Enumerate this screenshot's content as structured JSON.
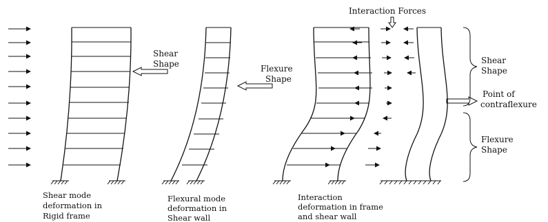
{
  "labels": {
    "interaction_forces": "Interaction Forces",
    "shear_shape_1": [
      "Shear",
      "Shape"
    ],
    "flexure_shape_1": [
      "Flexure",
      "Shape"
    ],
    "shear_shape_2": [
      "Shear",
      "Shape"
    ],
    "point_of_contraflexure": [
      "Point of",
      "contraflexure"
    ],
    "flexure_shape_2": [
      "Flexure",
      "Shape"
    ]
  },
  "captions": {
    "rigid_frame": [
      "Shear mode",
      "deformation in",
      "Rigid frame"
    ],
    "shear_wall": [
      "Flexural mode",
      "deformation in",
      "Shear wall"
    ],
    "interaction": [
      "Interaction",
      "deformation in frame",
      "and shear wall"
    ]
  }
}
